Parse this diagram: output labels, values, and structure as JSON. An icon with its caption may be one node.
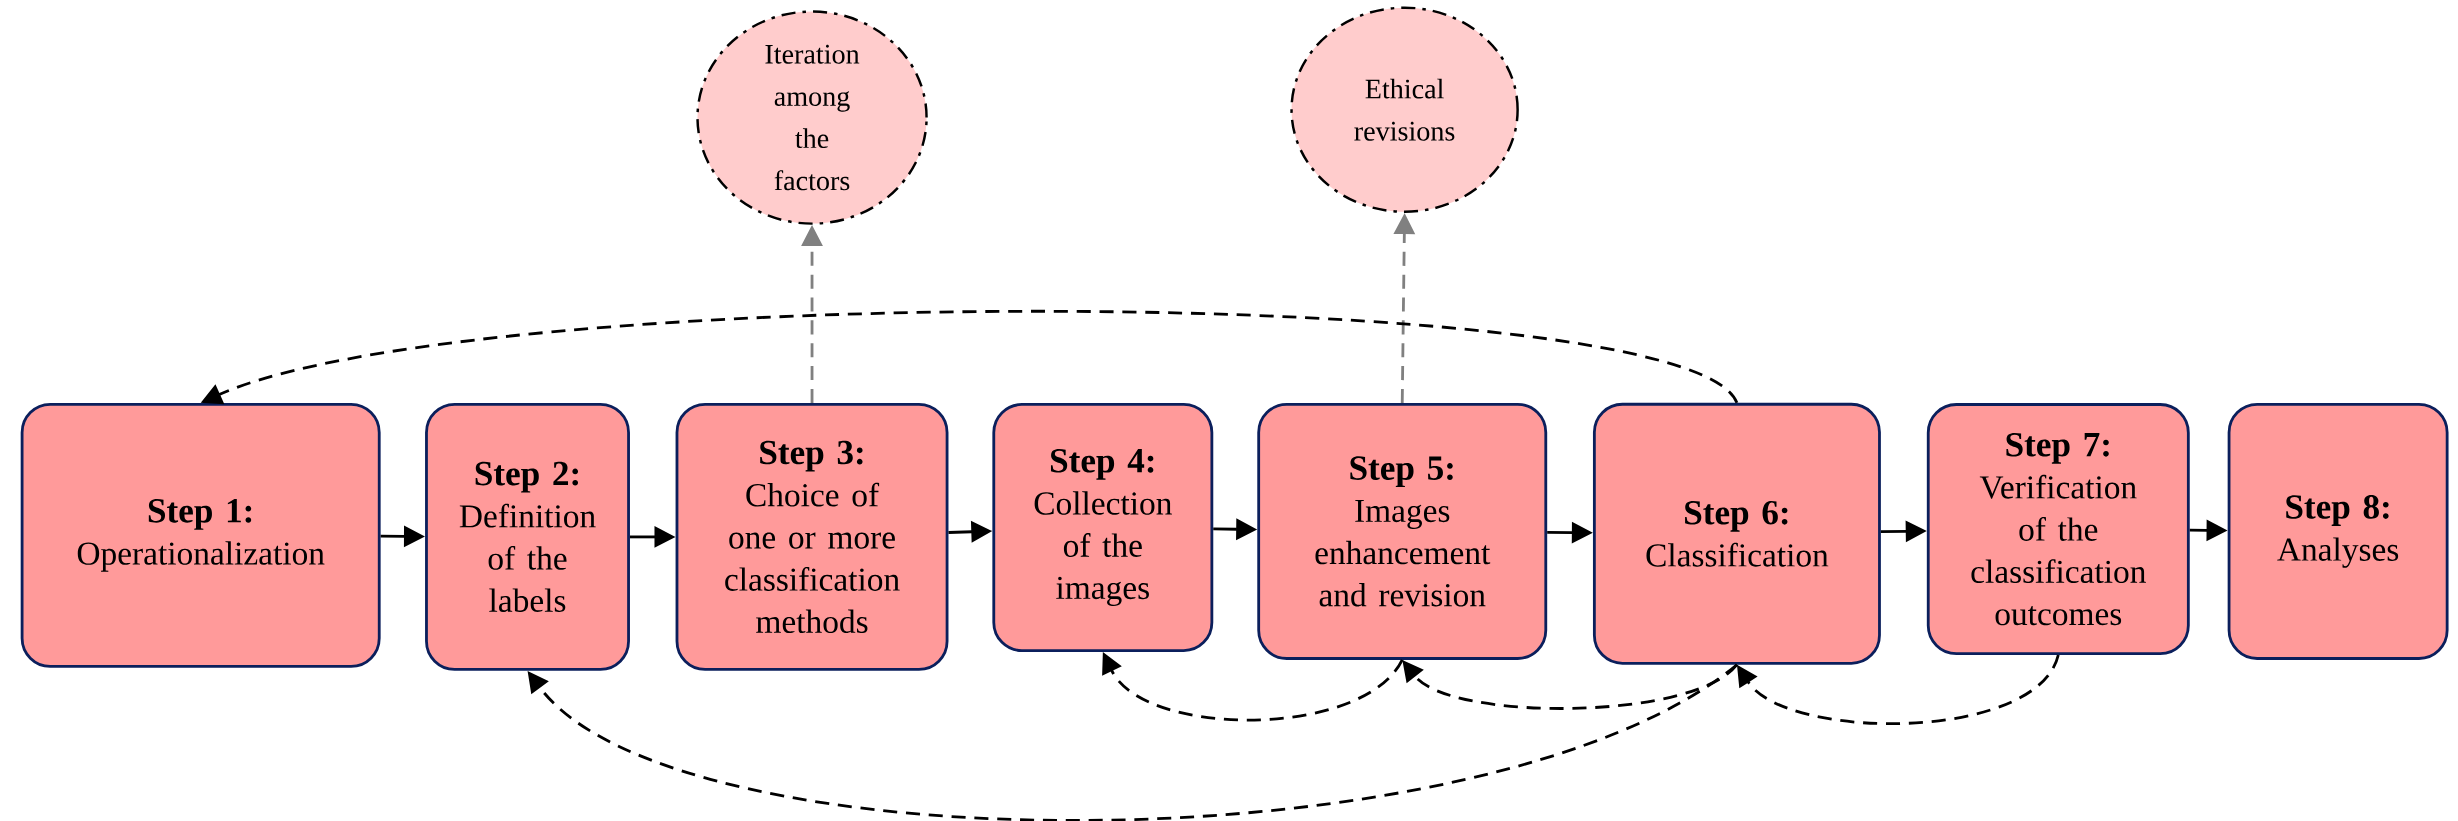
{
  "diagram": {
    "nodes": [
      {
        "text": [
          "Iteration among the factors"
        ]
      },
      {
        "text": [
          "Ethical revisions"
        ]
      },
      {
        "text": [
          "Step 1:",
          "Operationalization"
        ]
      },
      {
        "text": [
          "Step 2:",
          "Definition of the labels"
        ]
      },
      {
        "text": [
          "Step 3:",
          "Choice of one or more classification methods"
        ]
      },
      {
        "text": [
          "Step 4:",
          "Collection of the images"
        ]
      },
      {
        "text": [
          "Step 5:",
          "Images enhancement and revision"
        ]
      },
      {
        "text": [
          "Step 6:",
          "Classification"
        ]
      },
      {
        "text": [
          "Step 7:",
          "Verification of the classification outcomes"
        ]
      },
      {
        "text": [
          "Step 8:",
          "Analyses"
        ]
      }
    ],
    "edges": [
      {
        "from": 2,
        "to": 3,
        "arrow": "to"
      },
      {
        "from": 3,
        "to": 4,
        "arrow": "to"
      },
      {
        "from": 4,
        "to": 5,
        "arrow": "to"
      },
      {
        "from": 5,
        "to": 6,
        "arrow": "to"
      },
      {
        "from": 6,
        "to": 7,
        "arrow": "to"
      },
      {
        "from": 7,
        "to": 8,
        "arrow": "to"
      },
      {
        "from": 8,
        "to": 9,
        "arrow": "to"
      },
      {
        "from": 4,
        "to": 0,
        "arrow": "to",
        "style": "dashed",
        "color": "#808080"
      },
      {
        "from": 6,
        "to": 1,
        "arrow": "to",
        "style": "dashed",
        "color": "#808080"
      },
      {
        "from": 7,
        "to": 2,
        "arrow": "to",
        "style": "dashed"
      },
      {
        "from": 6,
        "to": 5,
        "arrow": "to",
        "style": "dashed"
      },
      {
        "from": 7,
        "to": 6,
        "arrow": "to",
        "style": "dashed"
      },
      {
        "from": 8,
        "to": 7,
        "arrow": "to",
        "style": "dashed"
      },
      {
        "from": 7,
        "to": 3,
        "arrow": "to",
        "style": "dashed"
      }
    ]
  }
}
